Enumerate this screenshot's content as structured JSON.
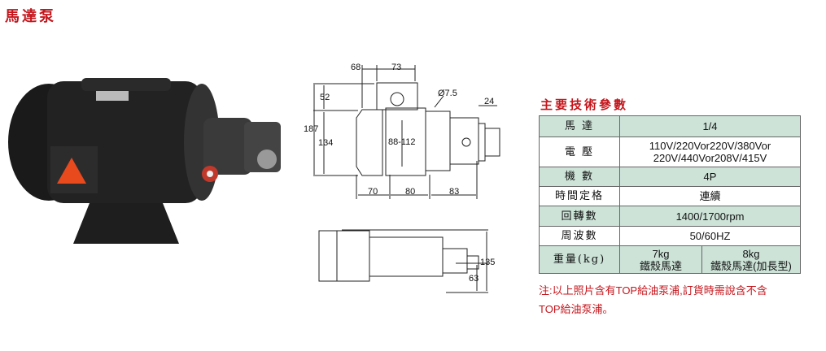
{
  "title": "馬達泵",
  "spec_title": "主要技術參數",
  "specs": [
    {
      "label": "馬 達",
      "value": "1/4"
    },
    {
      "label": "電 壓",
      "value_line1": "110V/220Vor220V/380Vor",
      "value_line2": "220V/440Vor208V/415V"
    },
    {
      "label": "機 數",
      "value": "4P"
    },
    {
      "label": "時間定格",
      "value": "連續"
    },
    {
      "label": "回轉數",
      "value": "1400/1700rpm"
    },
    {
      "label": "周波數",
      "value": "50/60HZ"
    },
    {
      "label": "重量(kg)",
      "value_a1": "7kg",
      "value_a2": "鐵殼馬達",
      "value_b1": "8kg",
      "value_b2": "鐵殼馬達(加長型)"
    }
  ],
  "note_line1": "注:以上照片含有TOP給油泵浦,訂貨時需說含不含",
  "note_line2": "TOP給油泵浦。",
  "dimensions": {
    "d68": "68",
    "d73": "73",
    "d52": "52",
    "d187": "187",
    "d134": "134",
    "d7_5": "Ø7.5",
    "d24": "24",
    "d88_112": "88-112",
    "d70": "70",
    "d80": "80",
    "d83": "83",
    "d135": "135",
    "d63": "63"
  },
  "colors": {
    "accent": "#c4161c",
    "table_fill": "#cde3d8"
  }
}
